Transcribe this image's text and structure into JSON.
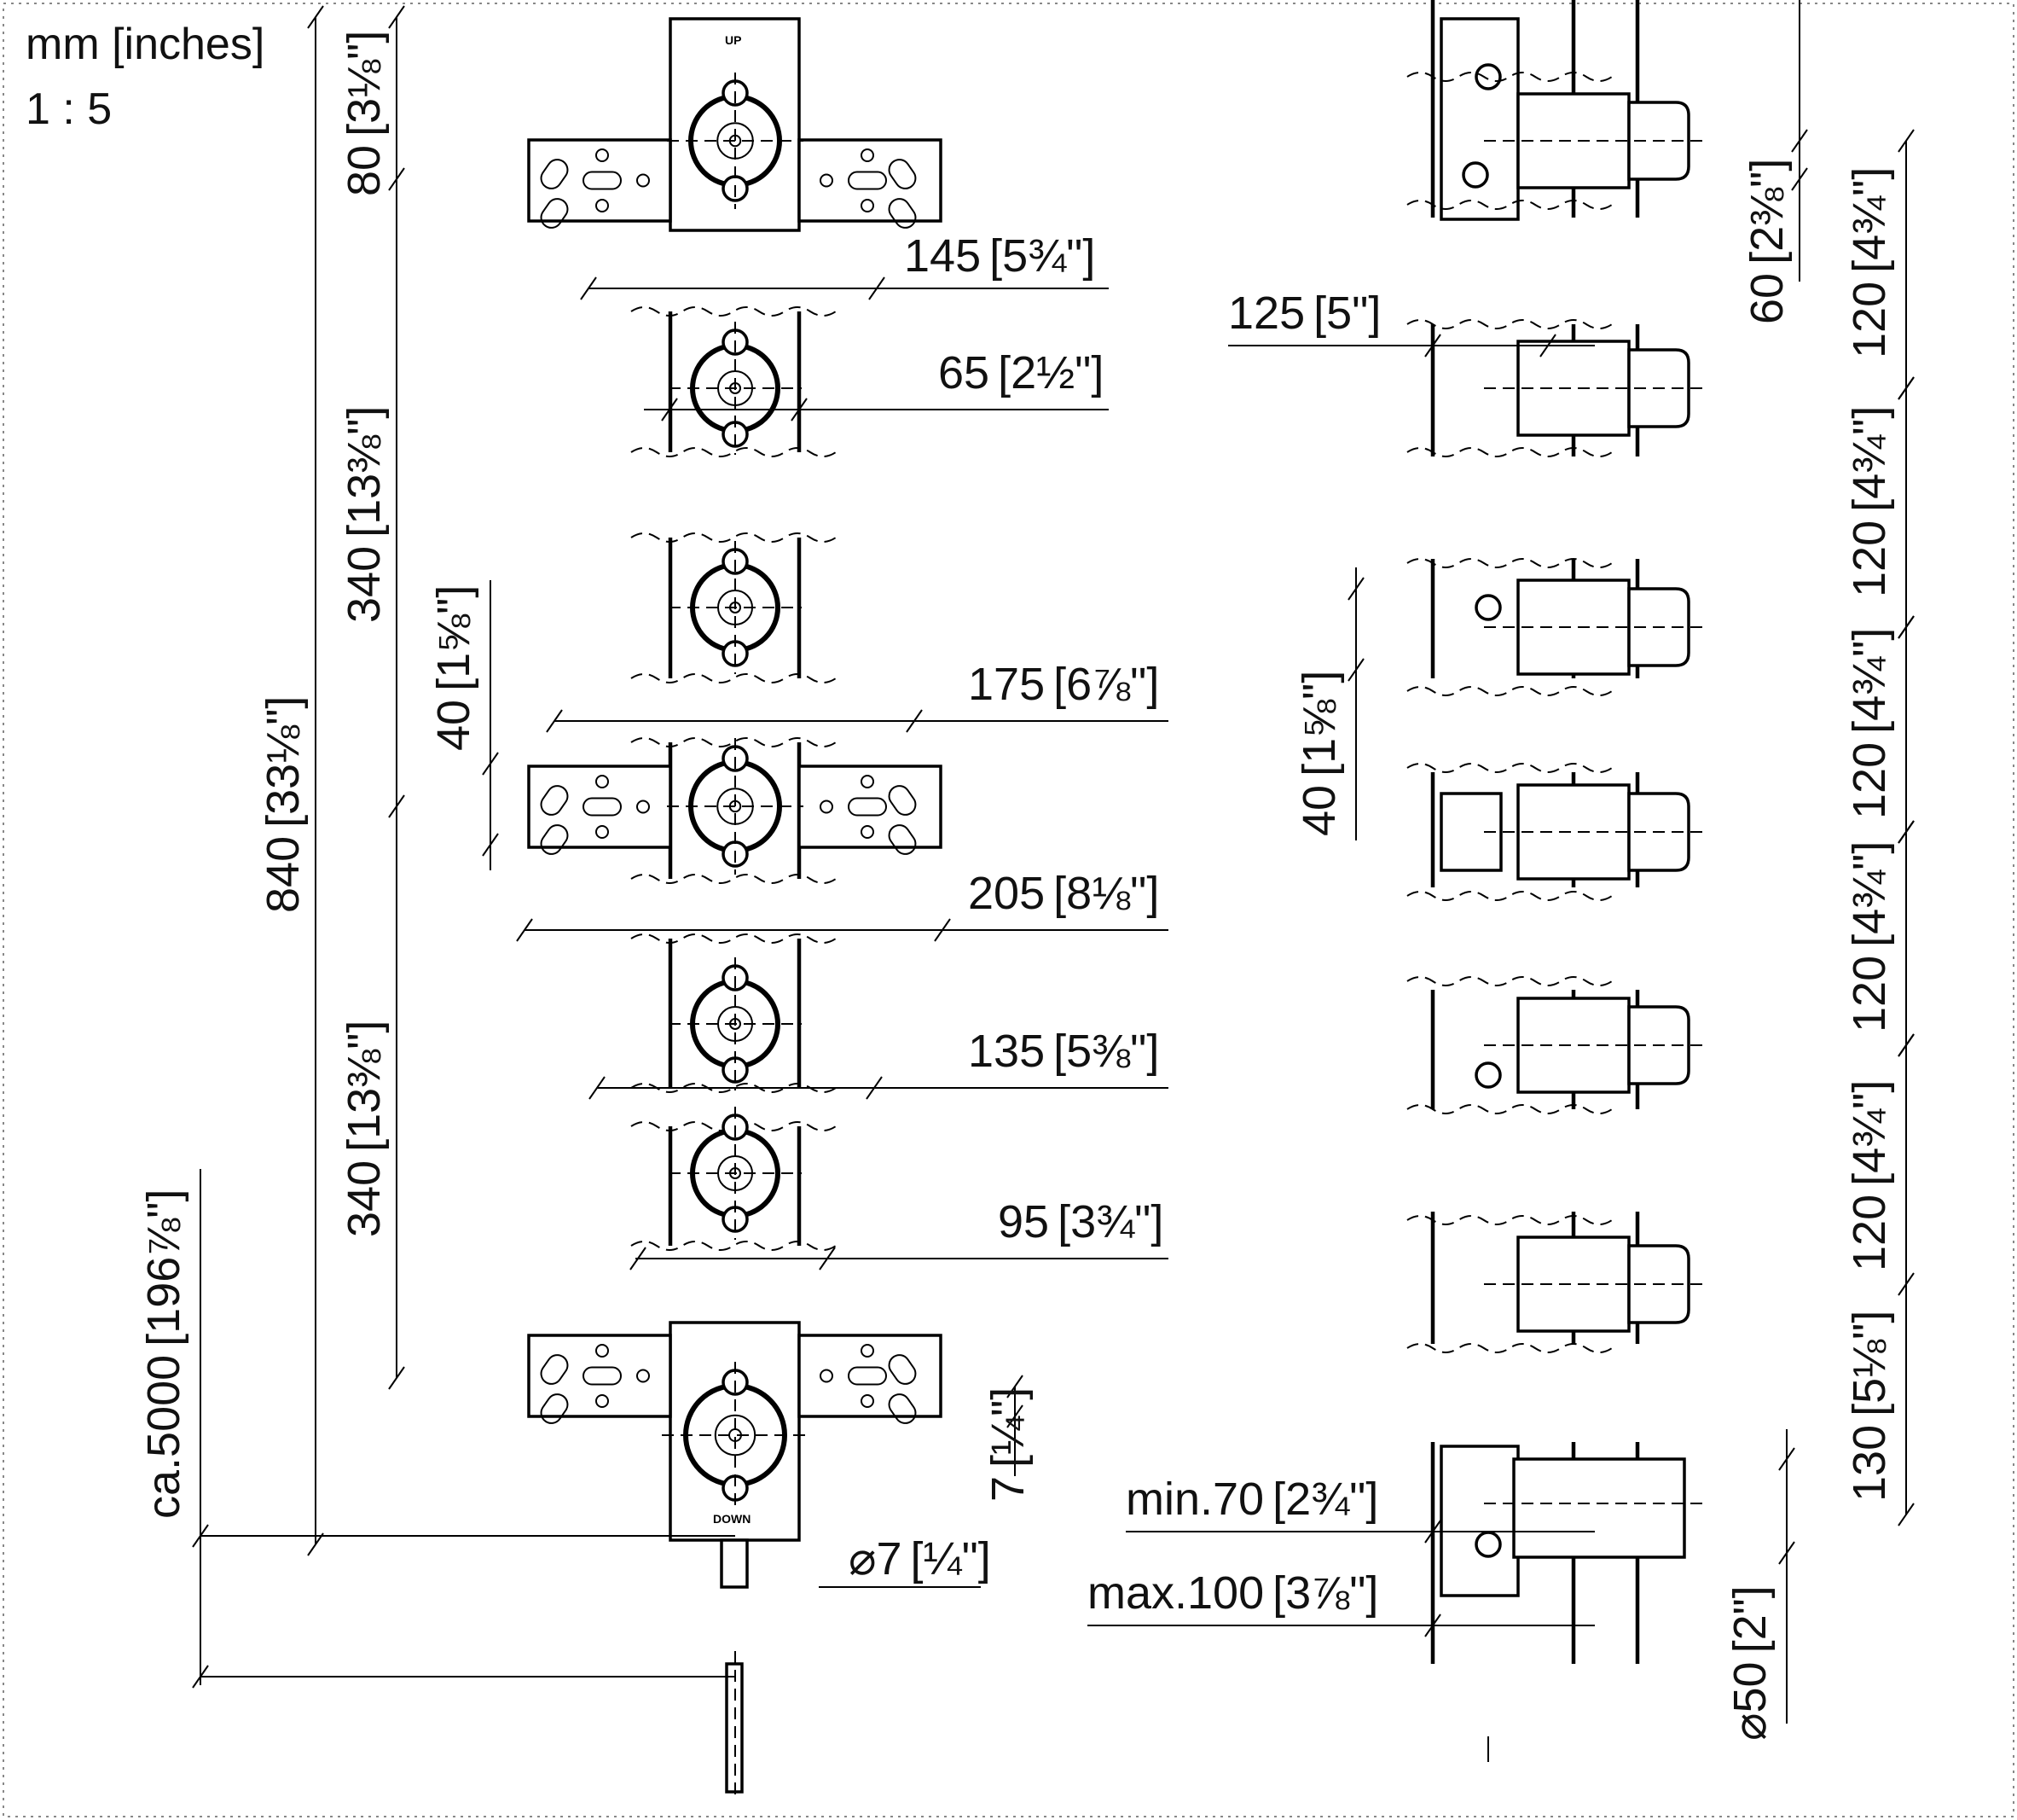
{
  "header": {
    "units": "mm [inches]",
    "scale": "1 : 5"
  },
  "dimensions": {
    "d145": "145",
    "d145_in": "5¾\"",
    "d65": "65",
    "d65_in": "2½\"",
    "d175": "175",
    "d175_in": "6⅞\"",
    "d205": "205",
    "d205_in": "8⅛\"",
    "d135": "135",
    "d135_in": "5⅜\"",
    "d95": "95",
    "d95_in": "3¾\"",
    "d7": "7",
    "d7_in": "¼\"",
    "dphi7": "⌀7",
    "dphi7_in": "¼\"",
    "d80": "80",
    "d80_in": "3⅛\"",
    "d340a": "340",
    "d340a_in": "13⅜\"",
    "d40a": "40",
    "d40a_in": "1⅝\"",
    "d840": "840",
    "d840_in": "33⅛\"",
    "d340b": "340",
    "d340b_in": "13⅜\"",
    "d5000": "ca.5000",
    "d5000_in": "196⅞\"",
    "d125": "125",
    "d125_in": "5\"",
    "d60": "60",
    "d60_in": "2⅜\"",
    "d120": "120",
    "d120_in": "4¾\"",
    "d40b": "40",
    "d40b_in": "1⅝\"",
    "d130": "130",
    "d130_in": "5⅛\"",
    "dphi50": "⌀50",
    "dphi50_in": "2\"",
    "dmin70": "min.70",
    "dmin70_in": "2¾\"",
    "dmax100": "max.100",
    "dmax100_in": "3⅞\""
  },
  "labels": {
    "up": "UP",
    "down": "DOWN"
  }
}
